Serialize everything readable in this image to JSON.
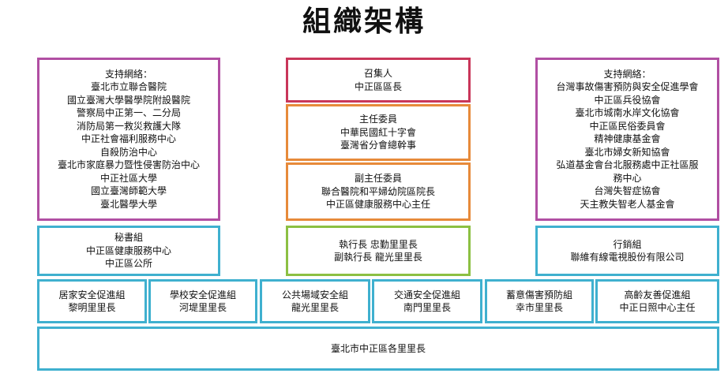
{
  "title": "組織架構",
  "left_network": {
    "heading": "支持網絡：",
    "items": [
      "臺北市立聯合醫院",
      "國立臺灣大學醫學院附設醫院",
      "警察局中正第一、二分局",
      "消防局第一救災救護大隊",
      "中正社會福利服務中心",
      "自殺防治中心",
      "臺北市家庭暴力暨性侵害防治中心",
      "中正社區大學",
      "國立臺灣師範大學",
      "臺北醫學大學"
    ]
  },
  "convener": {
    "role": "召集人",
    "name": "中正區區長"
  },
  "director": {
    "role": "主任委員",
    "lines": [
      "中華民國紅十字會",
      "臺灣省分會總幹事"
    ]
  },
  "deputy_director": {
    "role": "副主任委員",
    "lines": [
      "聯合醫院和平婦幼院區院長",
      "中正區健康服務中心主任"
    ]
  },
  "right_network": {
    "heading": "支持網絡：",
    "items": [
      "台灣事故傷害預防與安全促進學會",
      "中正區兵役協會",
      "臺北市城南水岸文化協會",
      "中正區民俗委員會",
      "精神健康基金會",
      "臺北市婦女新知協會",
      "弘道基金會台北服務處中正社區服",
      "務中心",
      "台灣失智症協會",
      "天主教失智老人基金會"
    ]
  },
  "secretariat": {
    "name": "秘書組",
    "lines": [
      "中正區健康服務中心",
      "中正區公所"
    ]
  },
  "executive": {
    "lines": [
      "執行長 忠勤里里長",
      "副執行長 龍光里里長"
    ]
  },
  "marketing": {
    "name": "行銷組",
    "lines": [
      "聯維有線電視股份有限公司"
    ]
  },
  "groups": [
    {
      "name": "居家安全促進組",
      "leader": "黎明里里長"
    },
    {
      "name": "學校安全促進組",
      "leader": "河堤里里長"
    },
    {
      "name": "公共場域安全組",
      "leader": "龍光里里長"
    },
    {
      "name": "交通安全促進組",
      "leader": "南門里里長"
    },
    {
      "name": "蓄意傷害預防組",
      "leader": "幸市里里長"
    },
    {
      "name": "高齡友善促進組",
      "leader": "中正日照中心主任"
    }
  ],
  "footer": {
    "text": "臺北市中正區各里里長"
  },
  "colors": {
    "purple": "#b14fa3",
    "red": "#c9365a",
    "orange": "#e78a3a",
    "green": "#8cc043",
    "blue": "#3fb0cf"
  }
}
